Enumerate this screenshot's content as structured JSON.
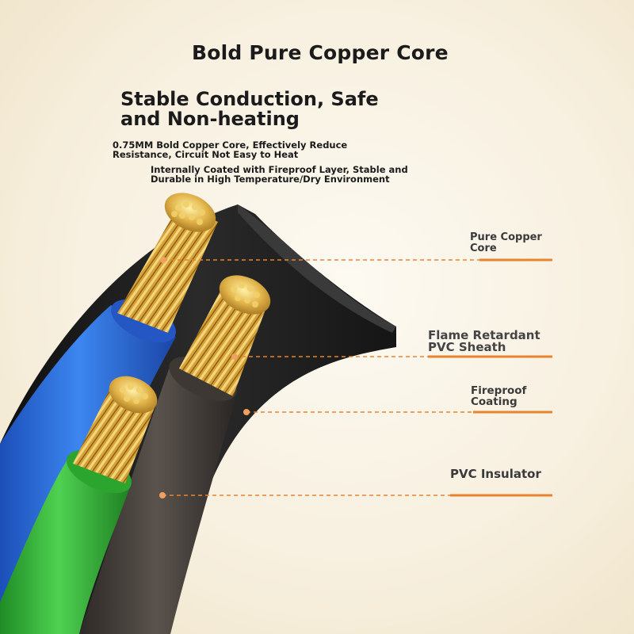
{
  "title": "Bold Pure Copper Core",
  "subtitle": "Stable Conduction, Safe\n  and Non-heating",
  "desc1": "0.75MM Bold Copper Core, Effectively Reduce\n  Resistance, Circuit Not Easy to Heat",
  "desc2": "Internally Coated with Fireproof Layer, Stable and\n  Durable in High Temperature/Dry Environment",
  "labels": {
    "copper": "Pure Copper\n Core",
    "sheath": "Flame Retardant\n PVC Sheath",
    "coating": "Fireproof\n Coating",
    "insulator": "PVC Insulator"
  },
  "colors": {
    "accent": "#e8832f",
    "copper": "#d9a537",
    "blue": "#2f6fdc",
    "green": "#38b43a",
    "brown": "#3f3a36",
    "sheath": "#1e1e1e"
  }
}
